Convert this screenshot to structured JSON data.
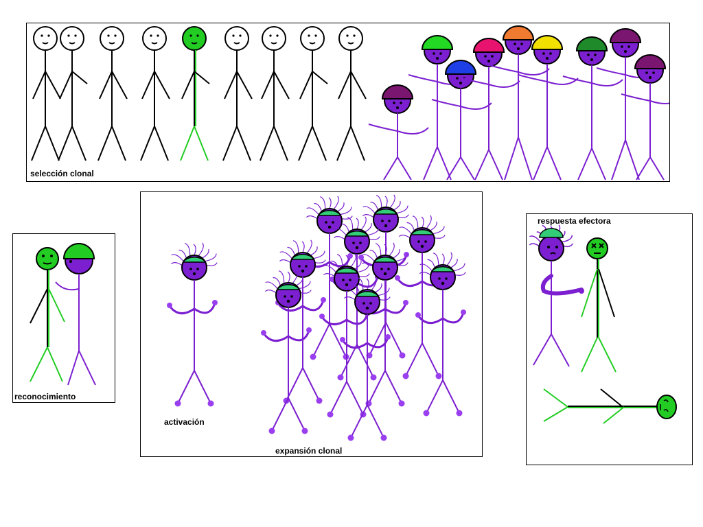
{
  "labels": {
    "clonal_selection": "selección clonal",
    "recognition": "reconocimiento",
    "activation": "activación",
    "clonal_expansion": "expansión clonal",
    "effector_response": "respuesta efectora"
  },
  "colors": {
    "purple": "#7b1fd0",
    "purple_light": "#9a3ff0",
    "green": "#22cc22",
    "black": "#000000",
    "helmet_teal": "#33cc77",
    "helmets": [
      "#23d923",
      "#1f3fe6",
      "#e8136f",
      "#f07a30",
      "#f2e000",
      "#1f8a2a",
      "#7a1670",
      "#7a1670"
    ]
  }
}
